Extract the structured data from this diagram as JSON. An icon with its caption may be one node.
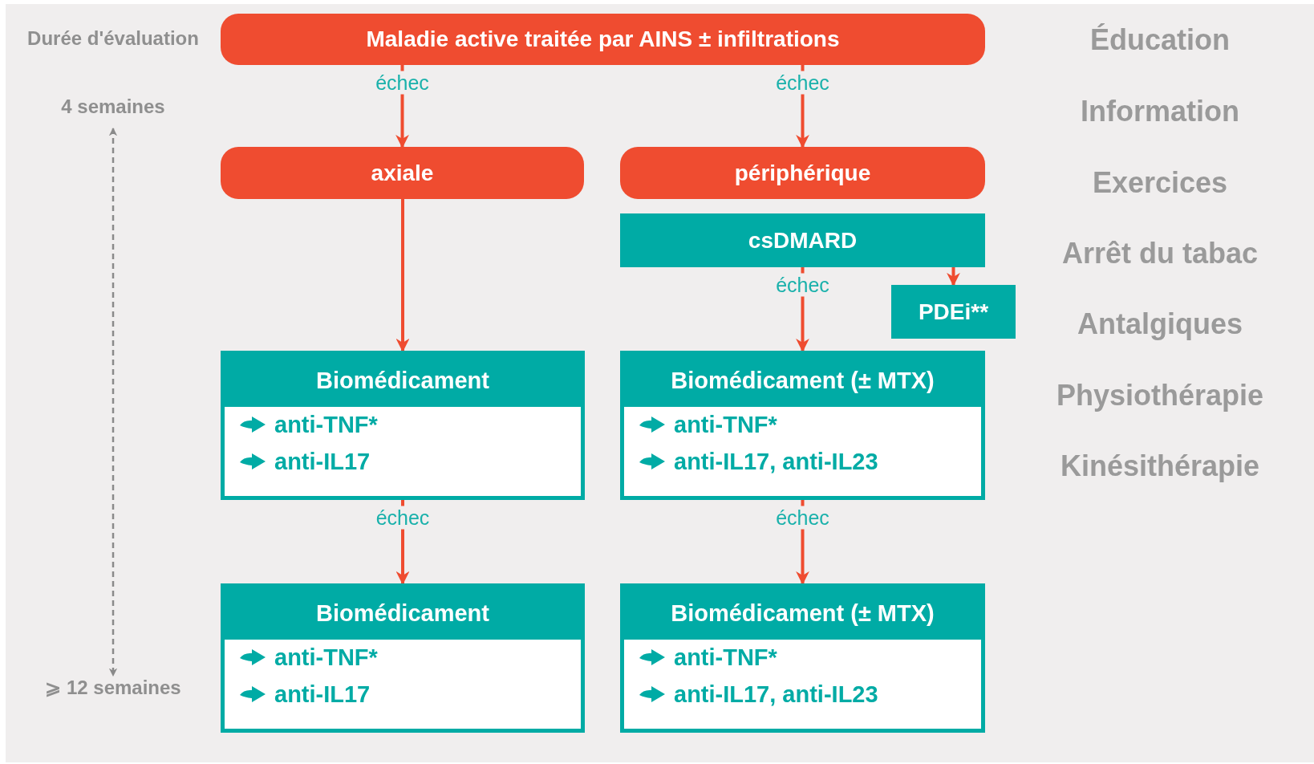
{
  "diagram": {
    "nodes": [
      {
        "text": [
          "Maladie active traitée par AINS ± infiltrations"
        ]
      },
      {
        "text": [
          "axiale"
        ]
      },
      {
        "text": [
          "périphérique"
        ]
      },
      {
        "text": [
          "csDMARD"
        ]
      },
      {
        "text": [
          "PDEi**"
        ]
      },
      {
        "text": [
          "Biomédicament",
          "anti-TNF*",
          "anti-IL17"
        ]
      },
      {
        "text": [
          "Biomédicament (± MTX)",
          "anti-TNF*",
          "anti-IL17, anti-IL23"
        ]
      },
      {
        "text": [
          "Biomédicament",
          "anti-TNF*",
          "anti-IL17"
        ]
      },
      {
        "text": [
          "Biomédicament (± MTX)",
          "anti-TNF*",
          "anti-IL17, anti-IL23"
        ]
      }
    ],
    "edges": [
      {
        "from": 0,
        "to": 1,
        "arrow": "to",
        "label": "échec"
      },
      {
        "from": 0,
        "to": 2,
        "arrow": "to",
        "label": "échec"
      },
      {
        "from": 1,
        "to": 5,
        "arrow": "to"
      },
      {
        "from": 3,
        "to": 6,
        "arrow": "to",
        "label": "échec"
      },
      {
        "from": 3,
        "to": 4,
        "arrow": "to"
      },
      {
        "from": 5,
        "to": 7,
        "arrow": "to",
        "label": "échec"
      },
      {
        "from": 6,
        "to": 8,
        "arrow": "to",
        "label": "échec"
      }
    ],
    "labels": [
      "Durée d'évaluation",
      "4 semaines",
      "⩾ 12 semaines",
      "Éducation",
      "Information",
      "Exercices",
      "Arrêt du tabac",
      "Antalgiques",
      "Physiothérapie",
      "Kinésithérapie"
    ]
  }
}
